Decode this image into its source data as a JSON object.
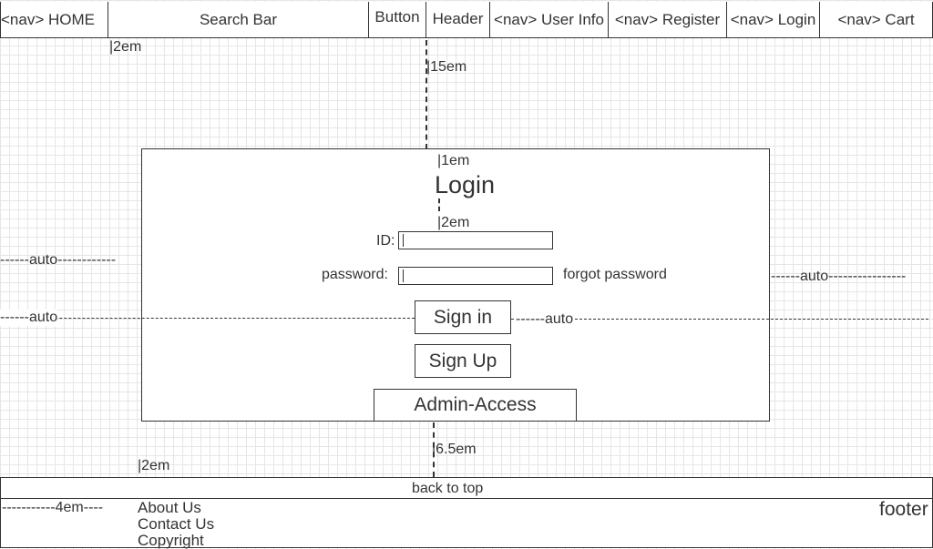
{
  "nav": {
    "home": "<nav> HOME",
    "search": "Search Bar",
    "button": "Button",
    "header": "Header",
    "user_info": "<nav> User Info",
    "register": "<nav> Register",
    "login": "<nav> Login",
    "cart": "<nav> Cart"
  },
  "annotations": {
    "nav_gap": "|2em",
    "header_gap": "|15em",
    "login_top": "|1em",
    "title_gap": "|2em",
    "left_auto_1": "------auto------------",
    "right_auto_1": "------auto----------------",
    "left_auto_2": "------auto",
    "right_auto_2": "------auto",
    "footer_gap": "|6.5em",
    "footer_left_gap": "|2em",
    "footer_indent": "-----------4em----"
  },
  "login": {
    "title": "Login",
    "id_label": "ID:",
    "password_label": "password:",
    "forgot": "forgot password",
    "sign_in": "Sign in",
    "sign_up": "Sign Up",
    "admin": "Admin-Access"
  },
  "footer": {
    "back_to_top": "back to top",
    "links": [
      "About Us",
      "Contact Us",
      "Copyright"
    ],
    "label": "footer"
  }
}
